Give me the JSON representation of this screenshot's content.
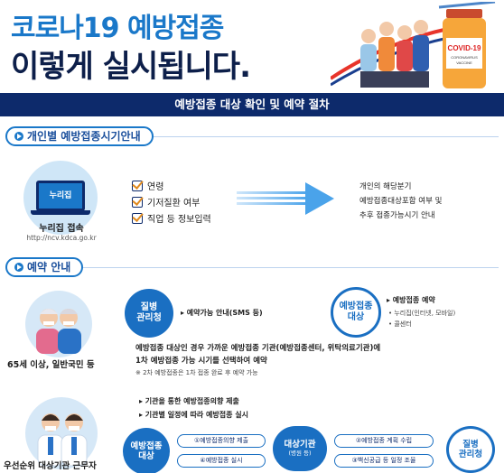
{
  "header": {
    "title_line1": "코로나19 예방접종",
    "title_line2": "이렇게 실시됩니다.",
    "vial_label": "COVID-19",
    "vial_sub1": "CORONAVIRUS",
    "vial_sub2": "VACCINE"
  },
  "banner": {
    "text": "예방접종 대상 확인 및 예약 절차"
  },
  "section1": {
    "title": "개인별 예방접종시기안내",
    "site_name": "누리집",
    "site_label": "누리집 접속",
    "site_url": "http://ncv.kdca.go.kr",
    "checklist": [
      "연령",
      "기저질환 여부",
      "직업 등 정보입력"
    ],
    "result": [
      "개인의 해당분기",
      "예방접종대상포함 여부 및",
      "추후 접종가능시기 안내"
    ]
  },
  "section2": {
    "title": "예약 안내",
    "general": {
      "caption": "65세 이상, 일반국민 등",
      "agency": "질병\n관리청",
      "notice": "▸ 예약가능 안내(SMS 등)",
      "target": "예방접종\n대상",
      "reserve_title": "▸ 예방접종 예약",
      "reserve_sub1": "• 누리집(인터넷, 모바일)",
      "reserve_sub2": "• 콜센터",
      "desc1": "예방접종 대상인 경우 가까운 예방접종 기관(예방접종센터, 위탁의료기관)에",
      "desc2": "1차 예방접종 가능 시기를 선택하여 예약",
      "note": "※ 2차 예방접종은 1차 접종 완료 후 예약 가능"
    },
    "priority": {
      "caption": "우선순위 대상기관 근무자",
      "bullet1": "▸ 기관을 통한 예방접종의향 제출",
      "bullet2": "▸ 기관별 일정에 따라 예방접종 실시",
      "target": "예방접종\n대상",
      "institution": "대상기관",
      "institution_sub": "(병원 등)",
      "agency": "질병\n관리청",
      "step1": "①예방접종의향 제출",
      "step2": "②예방접종 계획 수립",
      "step3": "③백신공급 등 일정 조율",
      "step4": "④예방접종 실시"
    }
  }
}
